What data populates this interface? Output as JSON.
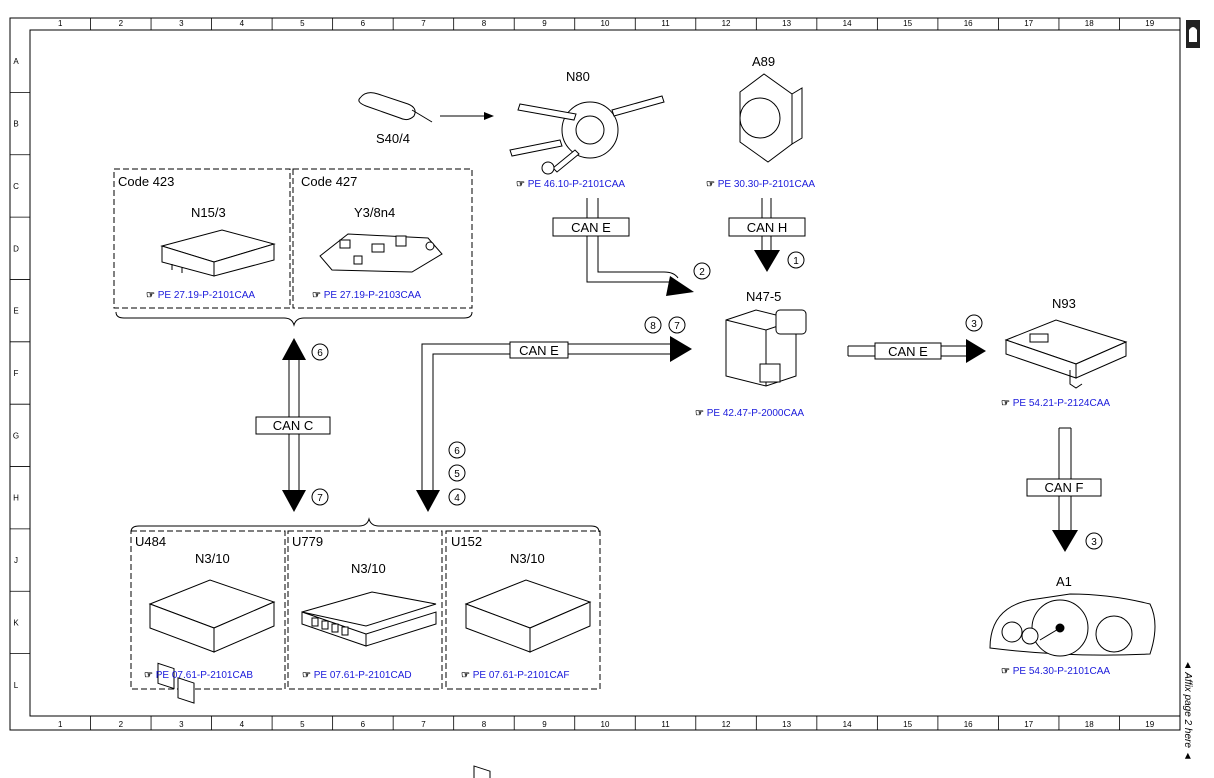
{
  "grid": {
    "columns": [
      "1",
      "2",
      "3",
      "4",
      "5",
      "6",
      "7",
      "8",
      "9",
      "10",
      "11",
      "12",
      "13",
      "14",
      "15",
      "16",
      "17",
      "18",
      "19"
    ],
    "rows": [
      "A",
      "B",
      "C",
      "D",
      "E",
      "F",
      "G",
      "H",
      "J",
      "K",
      "L"
    ]
  },
  "side_note": "◄ Affix page 2 here ◄",
  "groups": {
    "top_left": {
      "code_423": "Code 423",
      "code_427": "Code 427",
      "n15_3": {
        "label": "N15/3",
        "ref": "PE 27.19-P-2101CAA"
      },
      "y3_8n4": {
        "label": "Y3/8n4",
        "ref": "PE 27.19-P-2103CAA"
      }
    },
    "bottom": {
      "u484": {
        "code": "U484",
        "label": "N3/10",
        "ref": "PE 07.61-P-2101CAB"
      },
      "u779": {
        "code": "U779",
        "label": "N3/10",
        "ref": "PE 07.61-P-2101CAD"
      },
      "u152": {
        "code": "U152",
        "label": "N3/10",
        "ref": "PE 07.61-P-2101CAF"
      }
    }
  },
  "components": {
    "s40_4": {
      "label": "S40/4"
    },
    "n80": {
      "label": "N80",
      "ref": "PE 46.10-P-2101CAA"
    },
    "a89": {
      "label": "A89",
      "ref": "PE 30.30-P-2101CAA"
    },
    "n47_5": {
      "label": "N47-5",
      "ref": "PE 42.47-P-2000CAA"
    },
    "n93": {
      "label": "N93",
      "ref": "PE 54.21-P-2124CAA"
    },
    "a1": {
      "label": "A1",
      "ref": "PE 54.30-P-2101CAA"
    }
  },
  "buses": {
    "can_e_top": "CAN E",
    "can_h": "CAN H",
    "can_e_mid": "CAN E",
    "can_e_right": "CAN E",
    "can_c": "CAN C",
    "can_f": "CAN F"
  },
  "markers": {
    "m1": "1",
    "m2": "2",
    "m3a": "3",
    "m3b": "3",
    "m8": "8",
    "m7a": "7",
    "m6a": "6",
    "m7b": "7",
    "m6b": "6",
    "m5": "5",
    "m4": "4"
  }
}
